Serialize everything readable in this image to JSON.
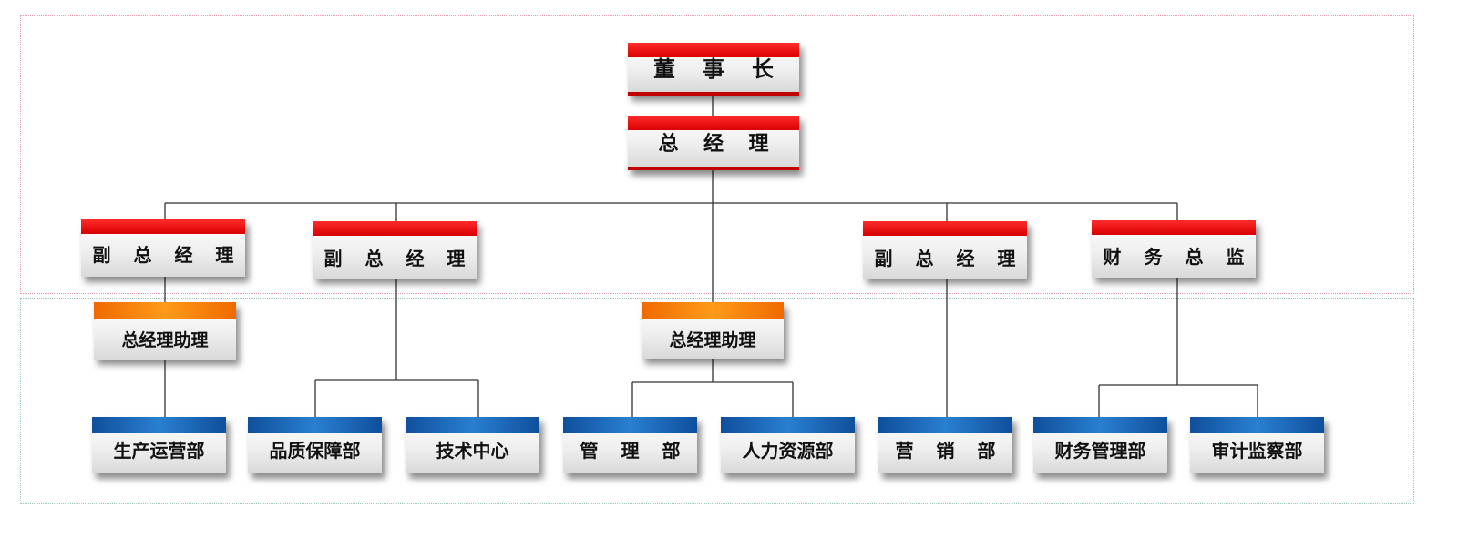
{
  "chart": {
    "chairman": "董 事 长",
    "general_manager": "总 经 理",
    "vp_production": "副 总 经 理",
    "vp_quality": "副 总 经 理",
    "vp_marketing": "副 总 经 理",
    "cfo": "财 务 总 监",
    "assistant_left": "总经理助理",
    "assistant_center": "总经理助理",
    "departments": {
      "production_ops": "生产运营部",
      "quality_assurance": "品质保障部",
      "tech_center": "技术中心",
      "management": "管 理 部",
      "hr_resources": "人力资源部",
      "marketing": "营 销 部",
      "finance_management": "财务管理部",
      "audit_supervision": "审计监察部"
    }
  },
  "colors": {
    "red": "#e60000",
    "orange": "#f7800f",
    "blue": "#1563b4",
    "top_border": "#e79aa6",
    "bottom_border": "#9dc7bb"
  }
}
